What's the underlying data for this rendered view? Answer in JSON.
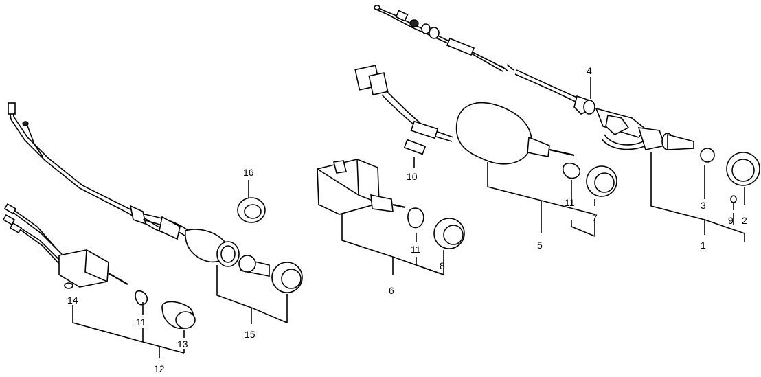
{
  "callouts": {
    "c1": "1",
    "c2": "2",
    "c3": "3",
    "c4": "4",
    "c5": "5",
    "c6": "6",
    "c7": "7",
    "c8": "8",
    "c9": "9",
    "c10": "10",
    "c11a": "11",
    "c11b": "11",
    "c11c": "11",
    "c12": "12",
    "c13": "13",
    "c14": "14",
    "c15": "15",
    "c16": "16"
  }
}
